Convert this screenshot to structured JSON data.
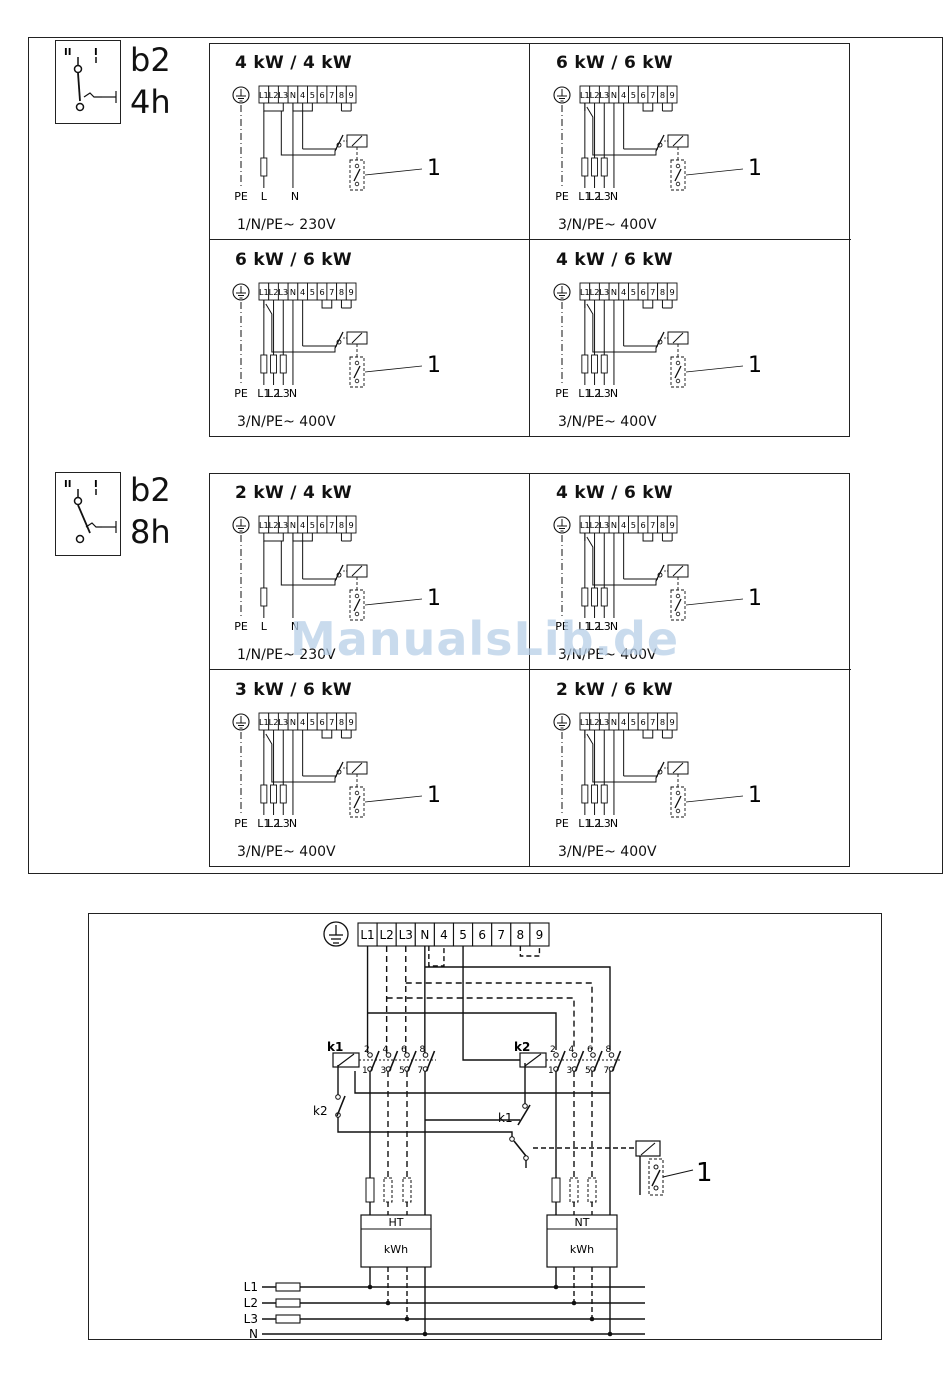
{
  "section_top": {
    "symbol_label_line1": "b2",
    "symbol_label_line2": "4h",
    "switch_marks": [
      "II",
      "I"
    ],
    "cells": [
      {
        "title": "4 kW / 4 kW",
        "supply": "1/N/PE~ 230V",
        "wires": [
          "PE",
          "L",
          "N"
        ],
        "callout": "1"
      },
      {
        "title": "6 kW / 6 kW",
        "supply": "3/N/PE~ 400V",
        "wires": [
          "PE",
          "L1",
          "L2",
          "L3",
          "N"
        ],
        "callout": "1"
      },
      {
        "title": "6 kW / 6 kW",
        "supply": "3/N/PE~ 400V",
        "wires": [
          "PE",
          "L1",
          "L2",
          "L3",
          "N"
        ],
        "callout": "1"
      },
      {
        "title": "4 kW / 6 kW",
        "supply": "3/N/PE~ 400V",
        "wires": [
          "PE",
          "L1",
          "L2",
          "L3",
          "N"
        ],
        "callout": "1"
      }
    ]
  },
  "section_middle": {
    "symbol_label_line1": "b2",
    "symbol_label_line2": "8h",
    "switch_marks": [
      "II",
      "I"
    ],
    "cells": [
      {
        "title": "2 kW / 4 kW",
        "supply": "1/N/PE~ 230V",
        "wires": [
          "PE",
          "L",
          "N"
        ],
        "callout": "1"
      },
      {
        "title": "4 kW / 6 kW",
        "supply": "3/N/PE~ 400V",
        "wires": [
          "PE",
          "L1",
          "L2",
          "L3",
          "N"
        ],
        "callout": "1"
      },
      {
        "title": "3 kW / 6 kW",
        "supply": "3/N/PE~ 400V",
        "wires": [
          "PE",
          "L1",
          "L2",
          "L3",
          "N"
        ],
        "callout": "1"
      },
      {
        "title": "2 kW / 6 kW",
        "supply": "3/N/PE~ 400V",
        "wires": [
          "PE",
          "L1",
          "L2",
          "L3",
          "N"
        ],
        "callout": "1"
      }
    ]
  },
  "terminal_labels": [
    "L1",
    "L2",
    "L3",
    "N",
    "4",
    "5",
    "6",
    "7",
    "8",
    "9"
  ],
  "bottom_diagram": {
    "relays": [
      "k1",
      "k2"
    ],
    "contact_numbers": [
      "2",
      "4",
      "6",
      "8",
      "1",
      "3",
      "5",
      "7"
    ],
    "meters": [
      {
        "tariff": "HT",
        "unit": "kWh"
      },
      {
        "tariff": "NT",
        "unit": "kWh"
      }
    ],
    "supply_lines": [
      "L1",
      "L2",
      "L3",
      "N"
    ],
    "callout": "1"
  },
  "watermark": "ManualsLib.de"
}
